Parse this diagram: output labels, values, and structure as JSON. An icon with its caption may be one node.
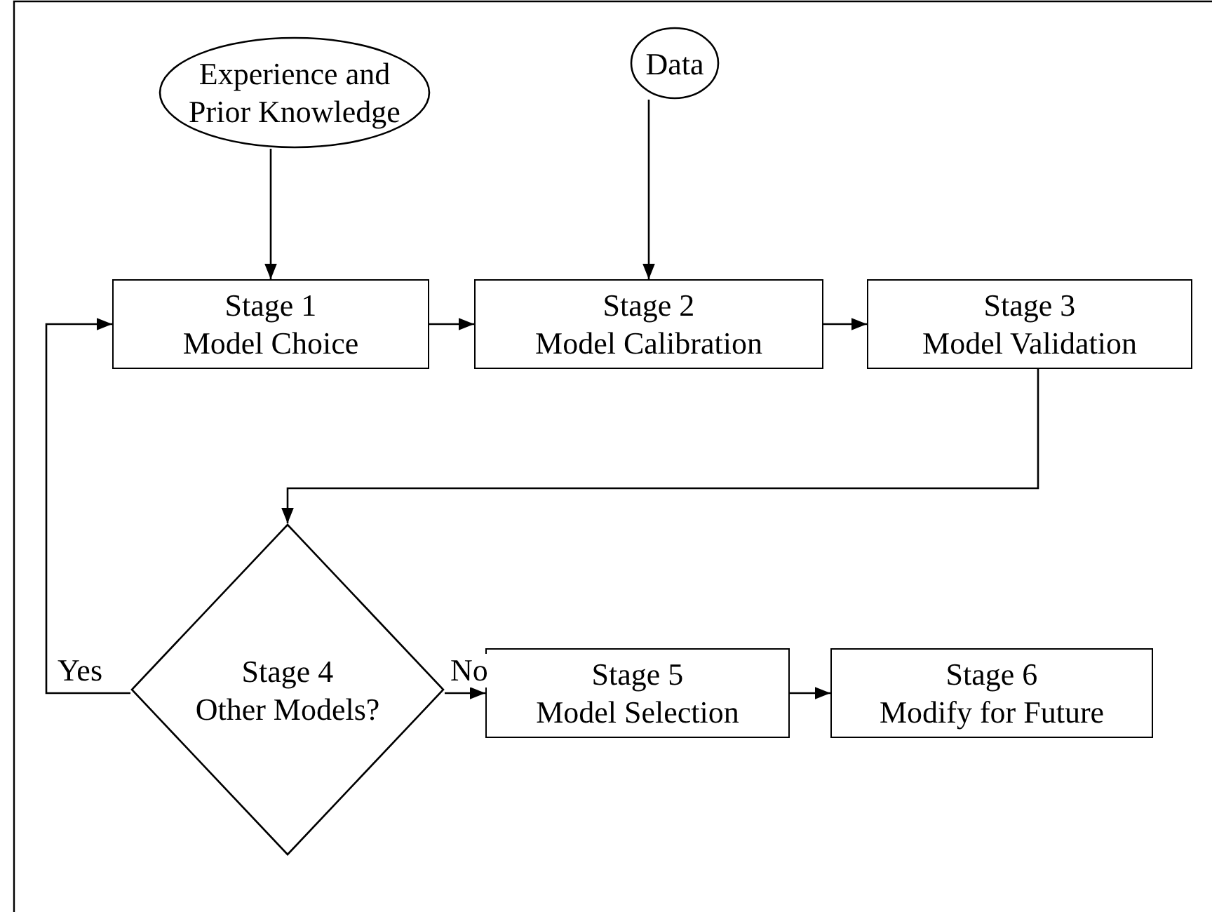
{
  "diagram": {
    "nodes": [
      {
        "text": [
          "Experience and Prior Knowledge"
        ]
      },
      {
        "text": [
          "Data"
        ]
      },
      {
        "text": [
          "Stage 1",
          "Model Choice"
        ]
      },
      {
        "text": [
          "Stage 2",
          "Model Calibration"
        ]
      },
      {
        "text": [
          "Stage 3",
          "Model Validation"
        ]
      },
      {
        "text": [
          "Stage 4",
          "Other Models?"
        ]
      },
      {
        "text": [
          "Stage 5",
          "Model Selection"
        ]
      },
      {
        "text": [
          "Stage 6",
          "Modify for Future"
        ]
      }
    ],
    "edges": [
      {
        "from": 0,
        "to": 2,
        "arrow": "to"
      },
      {
        "from": 1,
        "to": 3,
        "arrow": "to"
      },
      {
        "from": 2,
        "to": 3,
        "arrow": "to"
      },
      {
        "from": 3,
        "to": 4,
        "arrow": "to"
      },
      {
        "from": 4,
        "to": 5,
        "arrow": "to"
      },
      {
        "from": 5,
        "to": 2,
        "arrow": "to",
        "label": "Yes"
      },
      {
        "from": 5,
        "to": 6,
        "arrow": "to",
        "label": "No"
      },
      {
        "from": 6,
        "to": 7,
        "arrow": "to"
      }
    ]
  }
}
